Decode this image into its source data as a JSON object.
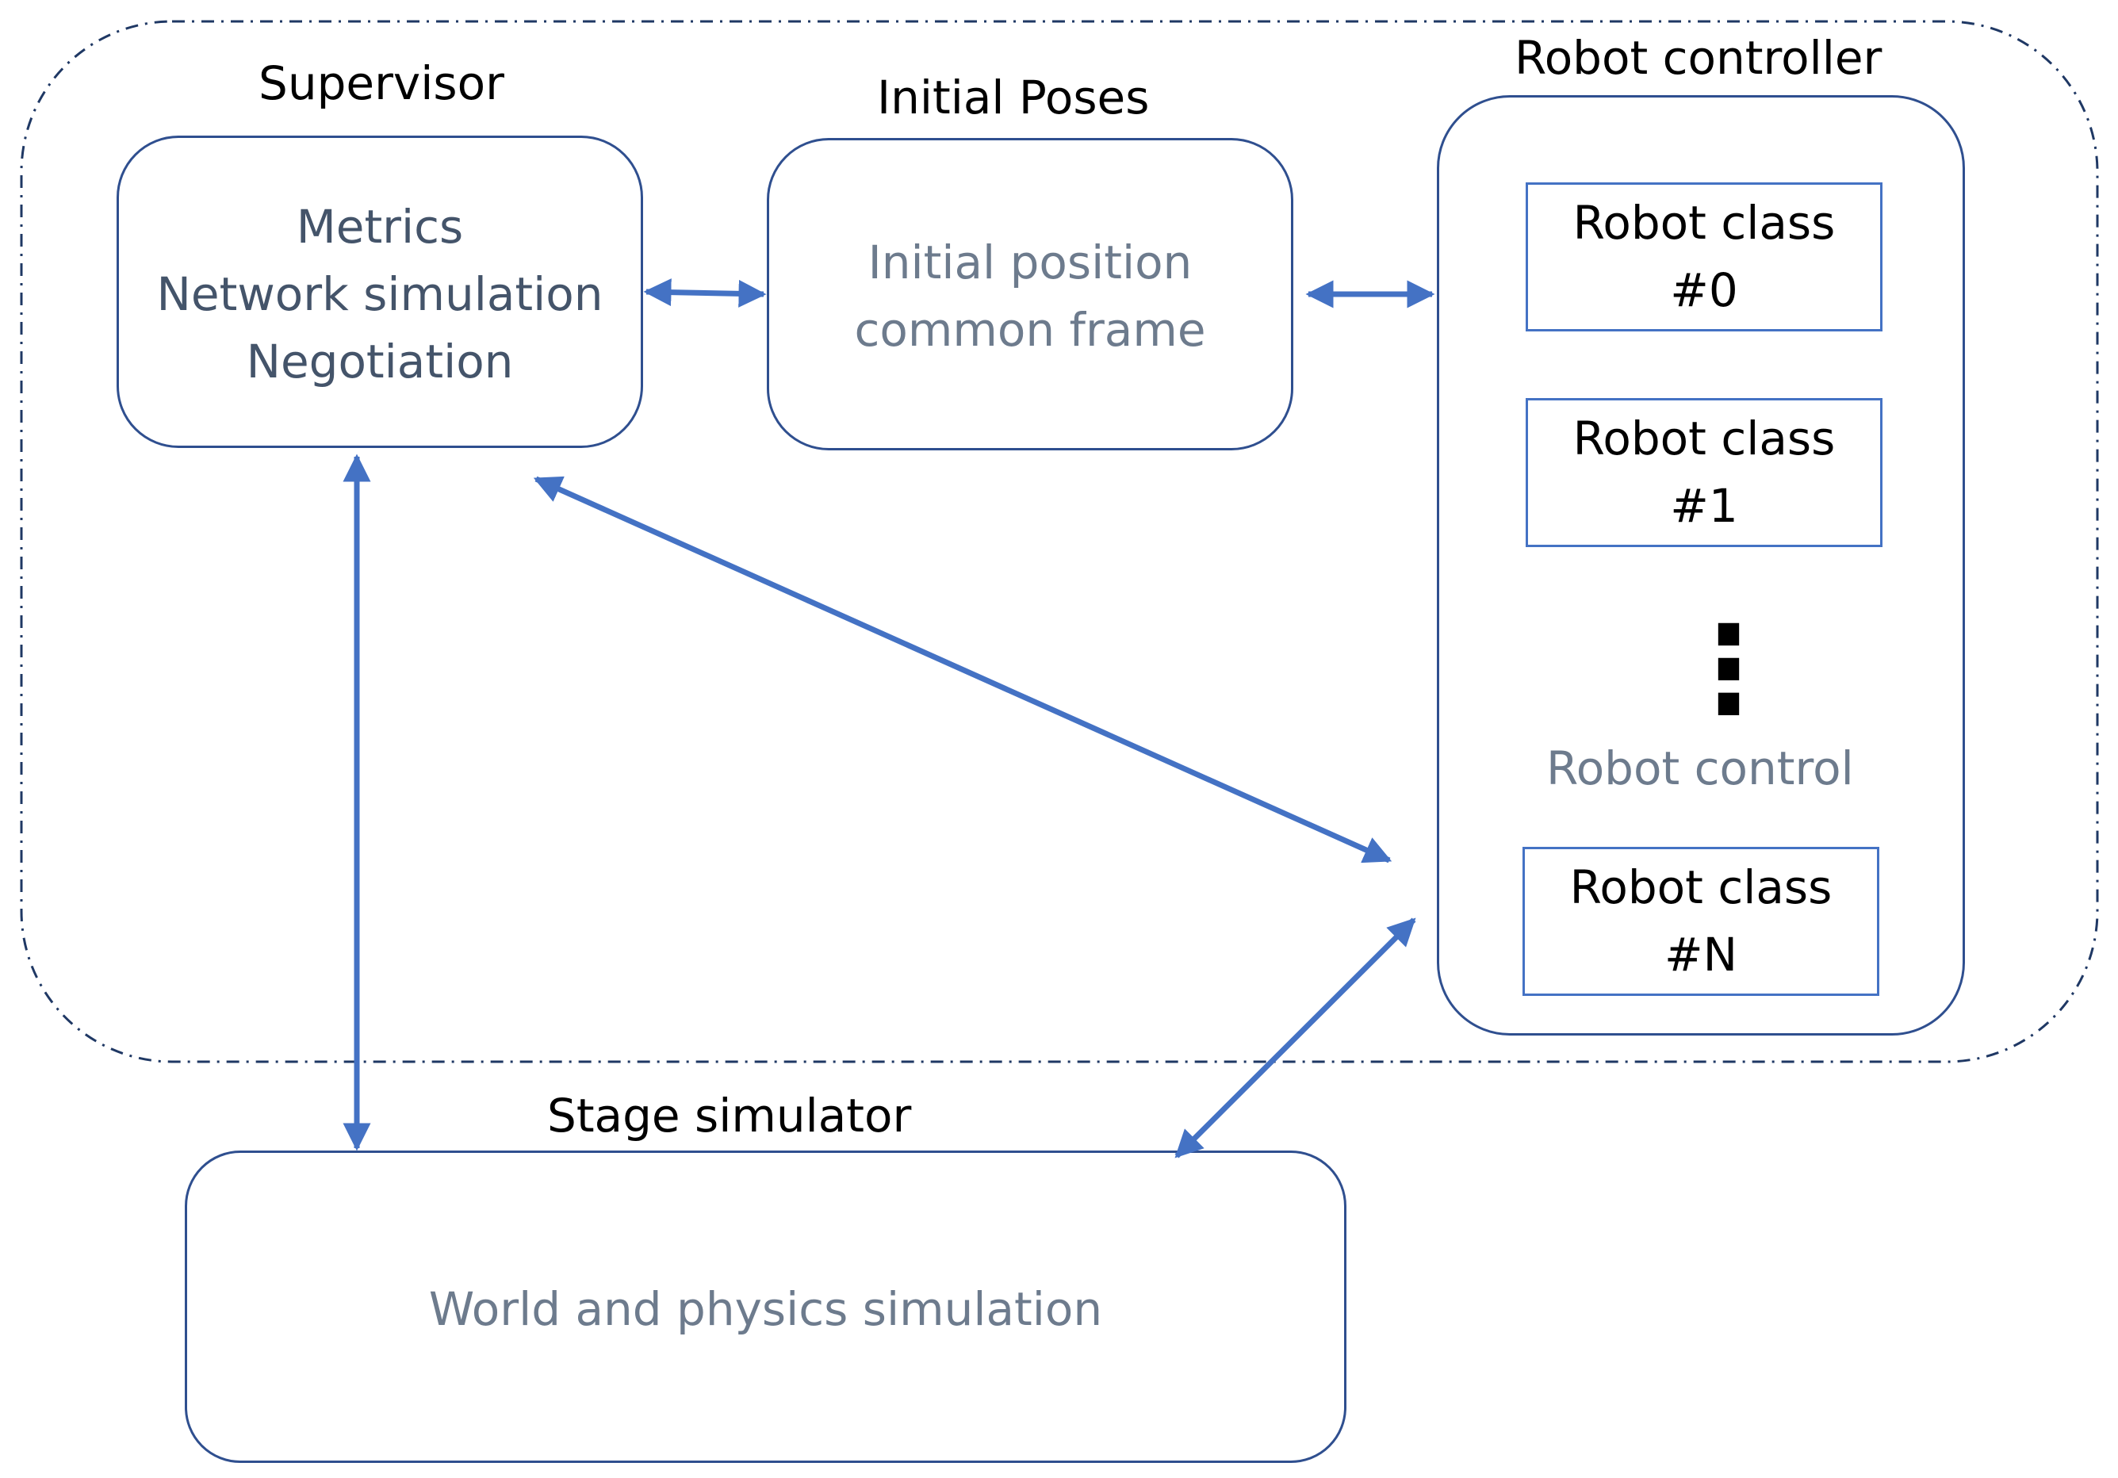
{
  "supervisor": {
    "title": "Supervisor",
    "lines": [
      "Metrics",
      "Network simulation",
      "Negotiation"
    ]
  },
  "initial_poses": {
    "title": "Initial Poses",
    "lines": [
      "Initial position",
      "common frame"
    ]
  },
  "robot_controller": {
    "title": "Robot controller",
    "classes": [
      {
        "name": "Robot class",
        "id": "#0"
      },
      {
        "name": "Robot class",
        "id": "#1"
      },
      {
        "name": "Robot class",
        "id": "#N"
      }
    ],
    "ellipsis": "⋮",
    "control_label": "Robot control"
  },
  "stage_simulator": {
    "title": "Stage simulator",
    "body": "World and physics simulation"
  },
  "colors": {
    "arrow": "#4472c4",
    "box_border": "#2f4f8f",
    "dashed_border": "#1f3864",
    "inner_text": "#44546a",
    "muted_text": "#6d7b8d"
  }
}
